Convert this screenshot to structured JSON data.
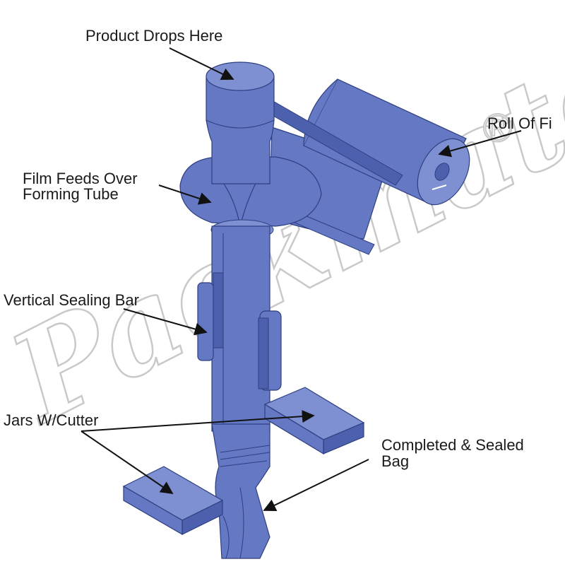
{
  "labels": {
    "product_drops": "Product Drops Here",
    "roll_of_film": "Roll Of Fi",
    "film_feeds_line1": "Film Feeds Over",
    "film_feeds_line2": "Forming Tube",
    "vertical_sealing_bar": "Vertical Sealing Bar",
    "jaws_cutter": "Jars W/Cutter",
    "completed_line1": "Completed & Sealed",
    "completed_line2": "Bag"
  },
  "watermark": {
    "text": "Packmate",
    "registered_mark": "®"
  },
  "colors": {
    "machine_fill": "#6478c4",
    "machine_dark": "#4c60ae",
    "machine_light": "#7e90d2",
    "outline": "#2e3f80",
    "text": "#1a1a1a"
  }
}
